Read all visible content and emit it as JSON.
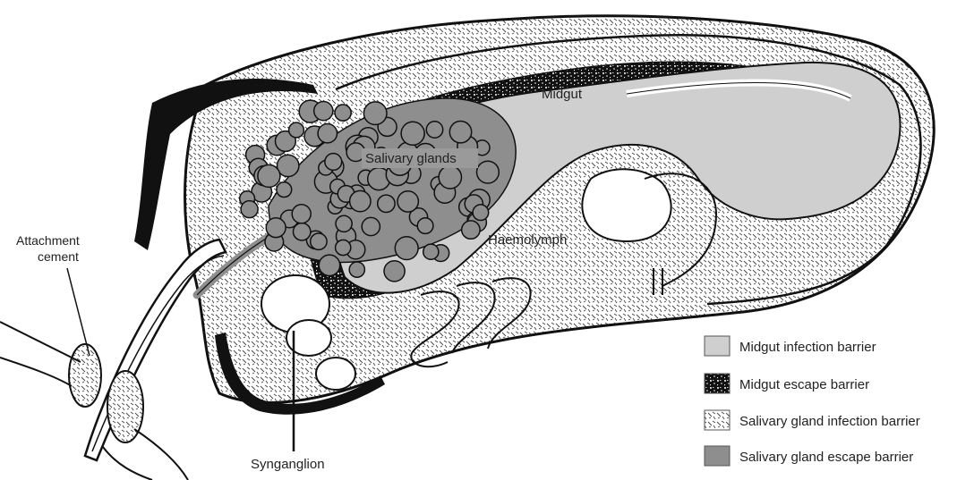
{
  "labels": {
    "midgut": "Midgut",
    "salivary_glands": "Salivary glands",
    "haemolymph": "Haemolymph",
    "attachment_cement_line1": "Attachment",
    "attachment_cement_line2": "cement",
    "synganglion": "Synganglion"
  },
  "legend": [
    {
      "label": "Midgut infection barrier",
      "pattern": "solid-light-grey"
    },
    {
      "label": "Midgut escape barrier",
      "pattern": "black-speckled"
    },
    {
      "label": "Salivary gland infection barrier",
      "pattern": "hatched"
    },
    {
      "label": "Salivary gland escape barrier",
      "pattern": "solid-dark-grey"
    }
  ],
  "colors": {
    "midgut_fill": "#cfcfcf",
    "gland_fill": "#8e8e8e",
    "outline": "#111111",
    "background": "#ffffff"
  }
}
